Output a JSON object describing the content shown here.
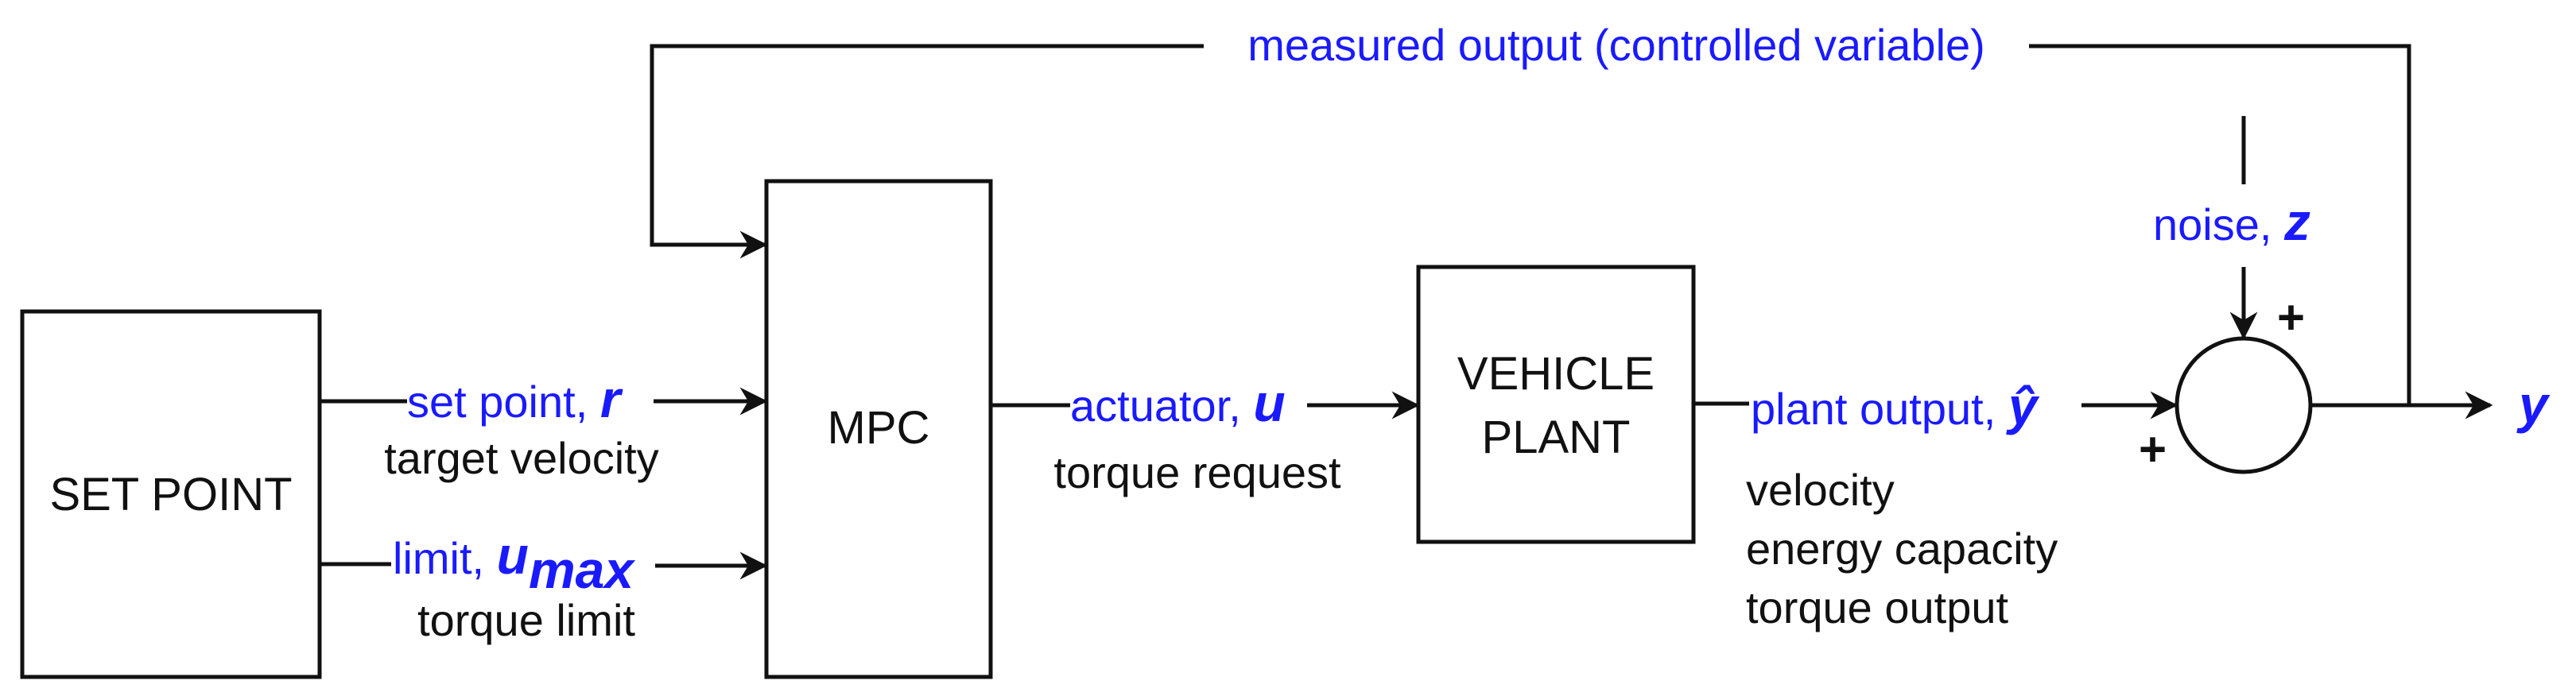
{
  "blocks": {
    "set_point": "SET POINT",
    "mpc": "MPC",
    "vehicle_plant_line1": "VEHICLE",
    "vehicle_plant_line2": "PLANT"
  },
  "signals": {
    "set_point_label": "set point, ",
    "set_point_symbol": "r",
    "set_point_desc": "target velocity",
    "limit_label": "limit, ",
    "limit_symbol_main": "u",
    "limit_symbol_sub": "max",
    "limit_desc": "torque limit",
    "actuator_label": "actuator, ",
    "actuator_symbol": "u",
    "actuator_desc": "torque request",
    "plant_output_label": "plant output, ",
    "plant_output_symbol": "ŷ",
    "plant_output_desc": [
      "velocity",
      "energy capacity",
      "torque output"
    ],
    "noise_label": "noise, ",
    "noise_symbol": "z",
    "feedback_label": "measured output (controlled variable)",
    "output_symbol": "y"
  },
  "summing_junction": {
    "top_sign": "+",
    "left_sign": "+"
  },
  "colors": {
    "signal_text": "#1a1aff",
    "block_text": "#111111",
    "lines": "#111111"
  }
}
